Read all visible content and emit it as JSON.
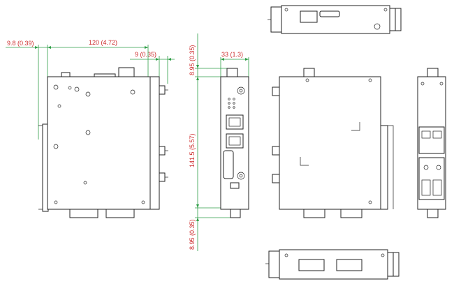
{
  "dimensions": {
    "width_front": "120 (4.72)",
    "din_offset": "9.8 (0.39)",
    "antenna_offset": "9 (0.35)",
    "depth_side": "33 (1.3)",
    "height_main": "141.5 (5.57)",
    "top_offset": "8.95 (0.35)",
    "bottom_offset": "8.95 (0.35)"
  },
  "colors": {
    "dimension_line": "#2e9e46",
    "dimension_text": "#cc2a2a",
    "outline": "#222222"
  },
  "icons": {
    "ethernet": "ethernet-port-icon",
    "antenna": "sma-antenna-connector-icon",
    "terminal": "terminal-block-icon",
    "ground": "ground-screw-icon"
  }
}
